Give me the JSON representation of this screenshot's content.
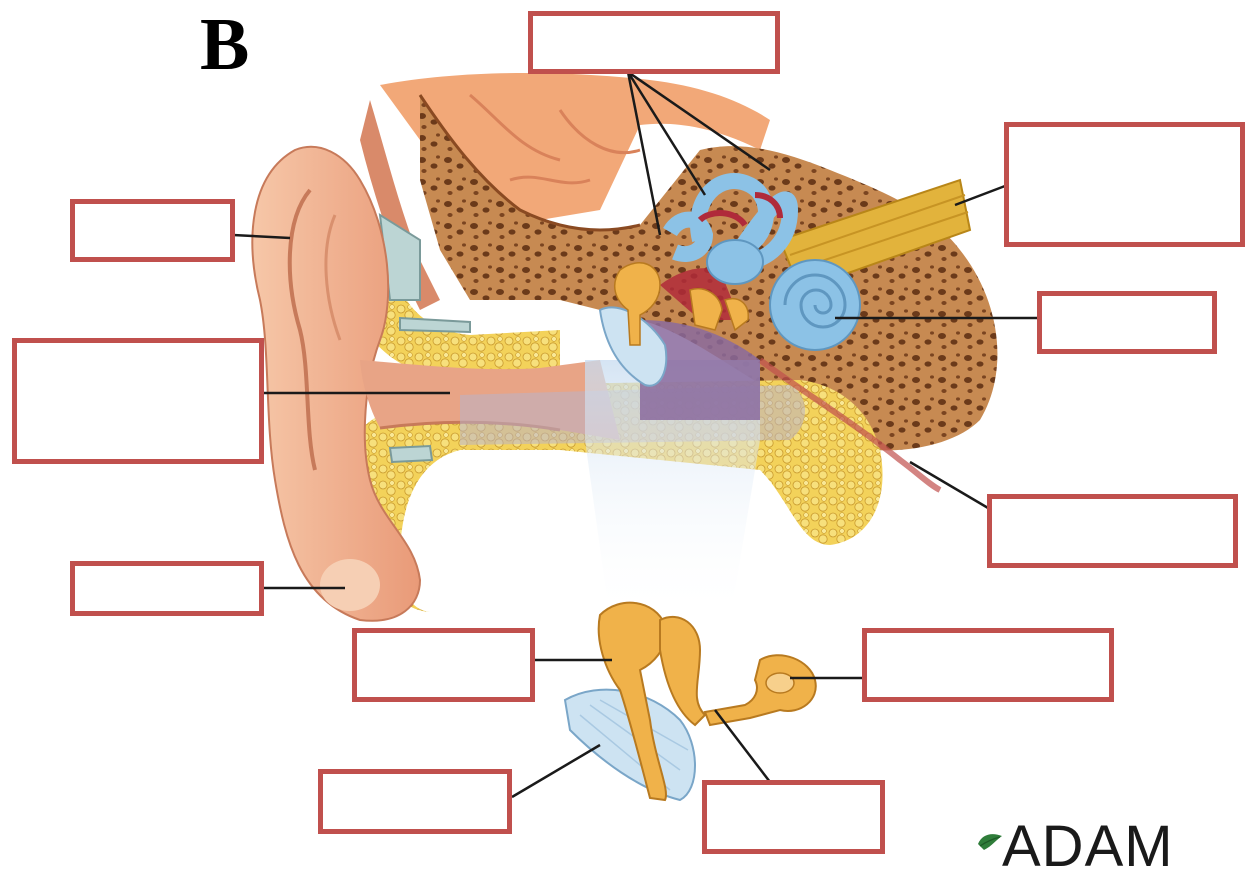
{
  "figure": {
    "panel_letter": "B",
    "logo_text": "ADAM",
    "colors": {
      "box_border": "#c0504d",
      "leader_line": "#1a1a1a",
      "skin": "#f2b494",
      "skin_dark": "#d98a6a",
      "bone": "#c78a52",
      "bone_pores": "#6b3a1a",
      "fat": "#f3d25a",
      "inner_ear": "#8cc2e6",
      "membrane": "#cde3f2",
      "ossicle": "#f0b24a",
      "nerve": "#e2b33c",
      "middle_ear_cavity": "#8a6a9e",
      "brain": "#f2a878",
      "highlight_band": "#dde9f5"
    },
    "label_boxes": [
      {
        "id": "semicircular-canals-label",
        "text": ""
      },
      {
        "id": "auditory-nerve-label",
        "text": ""
      },
      {
        "id": "cochlea-label",
        "text": ""
      },
      {
        "id": "pinna-label",
        "text": ""
      },
      {
        "id": "ear-canal-label",
        "text": ""
      },
      {
        "id": "eustachian-tube-label",
        "text": ""
      },
      {
        "id": "earlobe-label",
        "text": ""
      },
      {
        "id": "malleus-label",
        "text": ""
      },
      {
        "id": "stapes-label",
        "text": ""
      },
      {
        "id": "eardrum-label",
        "text": ""
      },
      {
        "id": "incus-label",
        "text": ""
      }
    ]
  }
}
